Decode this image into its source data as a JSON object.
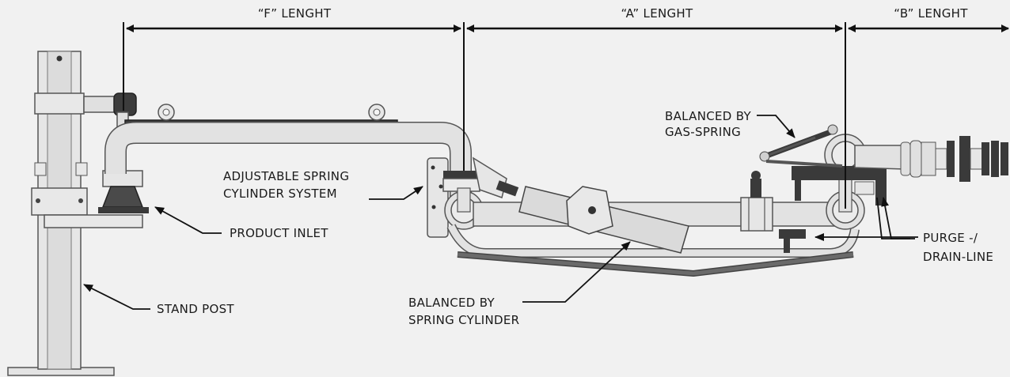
{
  "dimensions": {
    "f_length": "“F” LENGHT",
    "a_length": "“A” LENGHT",
    "b_length": "“B” LENGHT"
  },
  "callouts": {
    "gas_spring_line1": "BALANCED BY",
    "gas_spring_line2": "GAS-SPRING",
    "adjustable_line1": "ADJUSTABLE SPRING",
    "adjustable_line2": "CYLINDER SYSTEM",
    "product_inlet": "PRODUCT INLET",
    "purge_line1": "PURGE -/",
    "purge_line2": "DRAIN-LINE",
    "spring_cyl_line1": "BALANCED BY",
    "spring_cyl_line2": "SPRING CYLINDER",
    "stand_post": "STAND POST"
  },
  "colors": {
    "background": "#f1f1f1",
    "pipe": "#e2e2e2",
    "outline": "#3a3a3a",
    "dark_part": "#4a4a4a",
    "text": "#1a1a1a"
  }
}
